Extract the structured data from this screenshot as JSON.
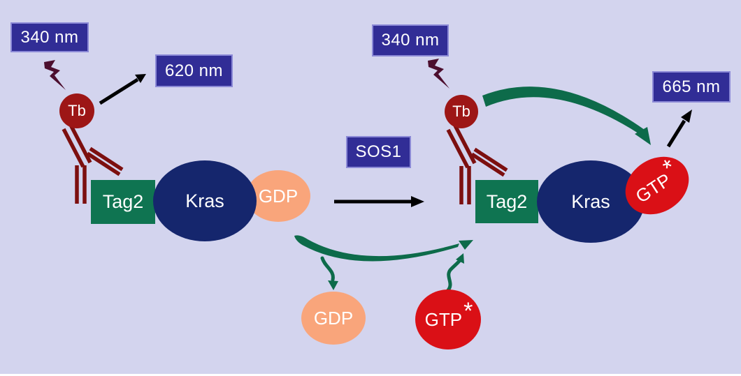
{
  "colors": {
    "background": "#d3d4ee",
    "label_box": "#312d96",
    "tag_green": "#0f7451",
    "protein_navy": "#15266d",
    "gdp_peach": "#f9a57b",
    "gtp_red": "#da1016",
    "terbium_red": "#9d1616",
    "antibody_maroon": "#7c0f0f",
    "green_arrow": "#0d6b4a",
    "black_arrow": "#000000"
  },
  "labels": {
    "excitation_left": "340 nm",
    "donor_emission": "620 nm",
    "enzyme": "SOS1",
    "excitation_right": "340 nm",
    "acceptor_emission": "665 nm"
  },
  "left_complex": {
    "donor": "Tb",
    "tag": "Tag2",
    "protein": "Kras",
    "nucleotide": "GDP"
  },
  "right_complex": {
    "donor": "Tb",
    "tag": "Tag2",
    "protein": "Kras",
    "nucleotide": "GTP",
    "asterisk": "*"
  },
  "free_nucleotides": {
    "released": "GDP",
    "incoming": "GTP",
    "asterisk": "*"
  }
}
